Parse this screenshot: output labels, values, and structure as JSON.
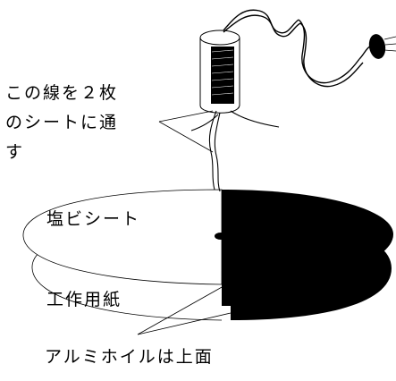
{
  "labels": {
    "wire_line1": "この線を２枚",
    "wire_line2": "のシートに通",
    "wire_line3": "す",
    "pvc_sheet": "塩ビシート",
    "paper": "工作用紙",
    "foil": "アルミホイルは上面"
  },
  "colors": {
    "ink": "#000000",
    "background": "#ffffff"
  }
}
